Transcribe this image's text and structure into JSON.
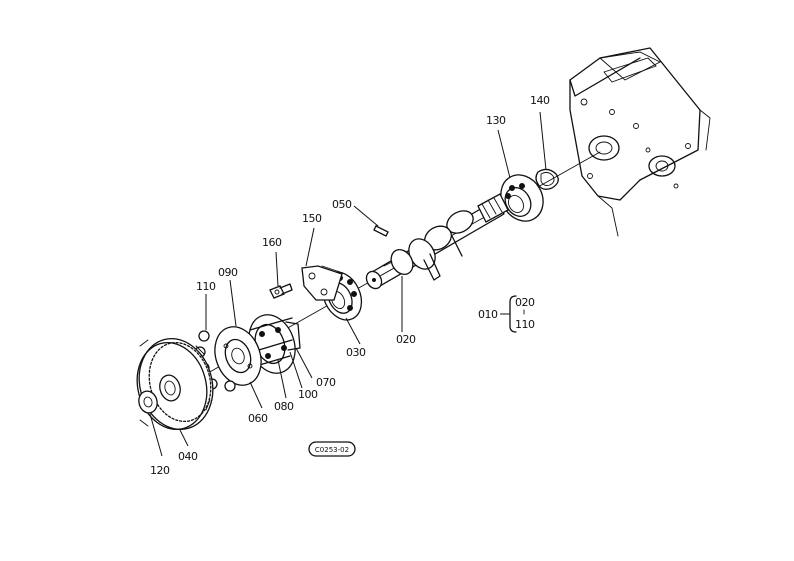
{
  "parts": {
    "p010": "010",
    "p020": "020",
    "p030": "030",
    "p040": "040",
    "p050": "050",
    "p060": "060",
    "p070": "070",
    "p080": "080",
    "p090": "090",
    "p100": "100",
    "p110": "110",
    "p120": "120",
    "p130": "130",
    "p140": "140",
    "p150": "150",
    "p160": "160"
  },
  "assembly": {
    "parent": "010",
    "children": [
      "020",
      "110"
    ]
  },
  "drawing_ref": "C0253-02"
}
